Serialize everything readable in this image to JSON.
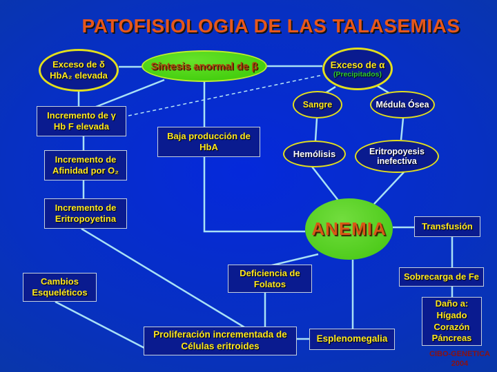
{
  "title": "PATOFISIOLOGIA DE LAS TALASEMIAS",
  "credit": "CIBO-GENETICA\n2004",
  "colors": {
    "background_center": "#0529db",
    "background_edge": "#0a38a3",
    "title_text": "#e6571b",
    "node_fill_navy": "#0a1b8f",
    "node_border_gray": "#c7d2de",
    "ellipse_border_yellow": "#e3df1c",
    "green_fill": "#46cf10",
    "anemia_fill": "#4ecb1b",
    "anemia_text": "#d85716",
    "yellow_text": "#ffe81f",
    "white_text": "#ffffff",
    "precipitados_text": "#2fcc2f",
    "connector_line": "#a9e1f6",
    "credit_text": "#8b1111"
  },
  "nodes": {
    "exceso_delta": {
      "label": "Exceso de δ\nHbA₂ elevada",
      "shape": "ellipse"
    },
    "sintesis_beta": {
      "label": "Síntesis anormal de β",
      "shape": "ellipse"
    },
    "exceso_alfa": {
      "label": "Exceso de  α",
      "sublabel": "(Precipitados)",
      "shape": "ellipse"
    },
    "sangre": {
      "label": "Sangre",
      "shape": "ellipse"
    },
    "medula_osea": {
      "label": "Médula Ósea",
      "shape": "ellipse"
    },
    "hemolisis": {
      "label": "Hemólisis",
      "shape": "ellipse"
    },
    "eritropoyesis_inefectiva": {
      "label": "Eritropoyesis\ninefectiva",
      "shape": "ellipse"
    },
    "incremento_gamma": {
      "label": "Incremento de γ\nHb F elevada",
      "shape": "rect"
    },
    "baja_produccion_hba": {
      "label": "Baja producción de\nHbA",
      "shape": "rect"
    },
    "incremento_afinidad": {
      "label": "Incremento de\nAfinidad por O₂",
      "shape": "rect"
    },
    "incremento_eritropoyetina": {
      "label": "Incremento de\nEritropoyetina",
      "shape": "rect"
    },
    "anemia": {
      "label": "ANEMIA",
      "shape": "ellipse"
    },
    "transfusion": {
      "label": "Transfusión",
      "shape": "rect"
    },
    "sobrecarga_fe": {
      "label": "Sobrecarga de Fe",
      "shape": "rect"
    },
    "dano_organos": {
      "label": "Daño a:\nHígado\nCorazón\nPáncreas",
      "shape": "rect"
    },
    "cambios_esqueleticos": {
      "label": "Cambios\nEsqueléticos",
      "shape": "rect"
    },
    "deficiencia_folatos": {
      "label": "Deficiencia de\nFolatos",
      "shape": "rect"
    },
    "proliferacion_eritroides": {
      "label": "Proliferación incrementada de\nCélulas eritroides",
      "shape": "rect"
    },
    "esplenomegalia": {
      "label": "Esplenomegalia",
      "shape": "rect"
    }
  },
  "connections": [
    {
      "from": "exceso_delta",
      "to": "sintesis_beta",
      "style": "solid"
    },
    {
      "from": "sintesis_beta",
      "to": "exceso_alfa",
      "style": "solid"
    },
    {
      "from": "sintesis_beta",
      "to": "incremento_gamma",
      "style": "solid"
    },
    {
      "from": "sintesis_beta",
      "to": "anemia",
      "via": "baja_produccion_hba",
      "style": "solid"
    },
    {
      "from": "exceso_delta",
      "to": "incremento_gamma",
      "style": "solid"
    },
    {
      "from": "incremento_gamma",
      "to": "incremento_afinidad",
      "style": "solid"
    },
    {
      "from": "incremento_afinidad",
      "to": "incremento_eritropoyetina",
      "style": "solid"
    },
    {
      "from": "incremento_gamma",
      "to": "exceso_alfa",
      "style": "dashed"
    },
    {
      "from": "exceso_alfa",
      "to": "sangre",
      "style": "solid"
    },
    {
      "from": "exceso_alfa",
      "to": "medula_osea",
      "style": "solid"
    },
    {
      "from": "sangre",
      "to": "hemolisis",
      "style": "solid"
    },
    {
      "from": "medula_osea",
      "to": "eritropoyesis_inefectiva",
      "style": "solid"
    },
    {
      "from": "hemolisis",
      "to": "anemia",
      "style": "solid"
    },
    {
      "from": "eritropoyesis_inefectiva",
      "to": "anemia",
      "style": "solid"
    },
    {
      "from": "anemia",
      "to": "transfusion",
      "style": "solid"
    },
    {
      "from": "transfusion",
      "to": "sobrecarga_fe",
      "style": "solid"
    },
    {
      "from": "sobrecarga_fe",
      "to": "dano_organos",
      "style": "solid"
    },
    {
      "from": "anemia",
      "to": "deficiencia_folatos",
      "style": "solid"
    },
    {
      "from": "deficiencia_folatos",
      "to": "proliferacion_eritroides",
      "style": "solid"
    },
    {
      "from": "anemia",
      "to": "esplenomegalia",
      "style": "solid"
    },
    {
      "from": "proliferacion_eritroides",
      "to": "esplenomegalia",
      "style": "solid"
    },
    {
      "from": "incremento_eritropoyetina",
      "to": "proliferacion_eritroides",
      "style": "solid"
    },
    {
      "from": "cambios_esqueleticos",
      "to": "proliferacion_eritroides",
      "style": "solid"
    }
  ]
}
